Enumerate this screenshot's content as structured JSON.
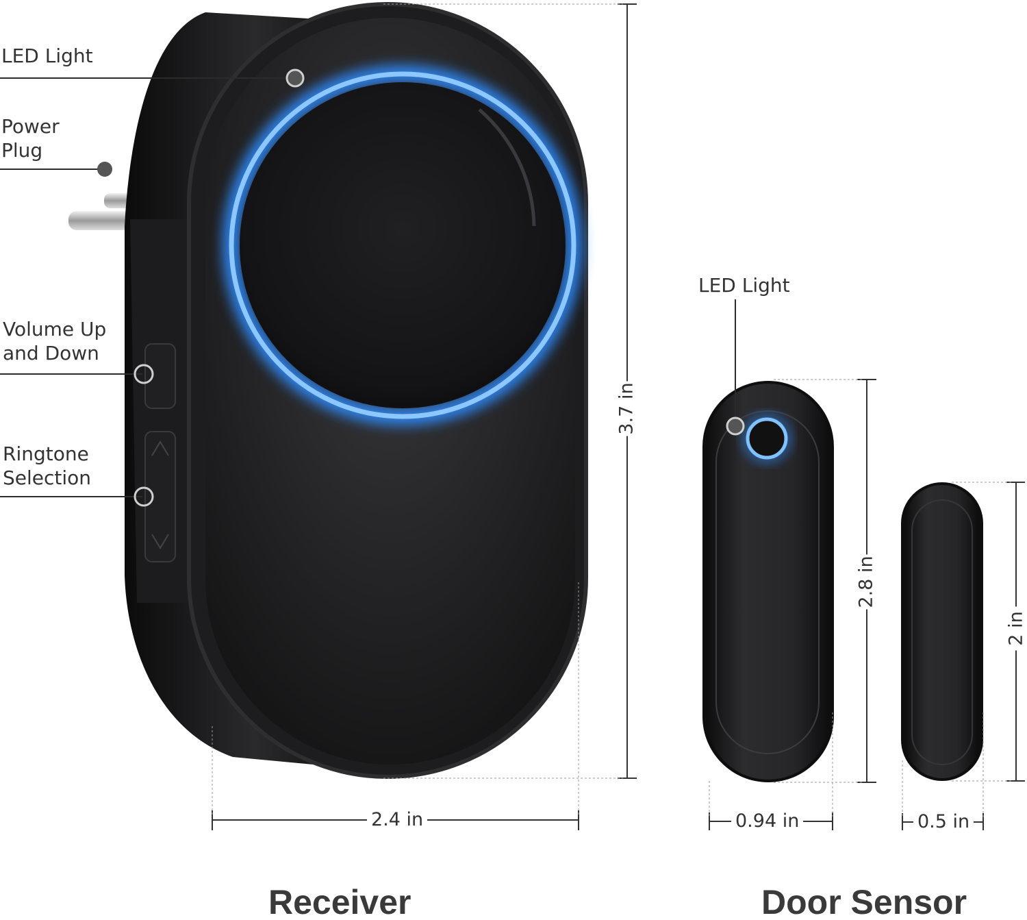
{
  "receiver": {
    "title": "Receiver",
    "callouts": {
      "led_light": "LED Light",
      "power_plug_line1": "Power",
      "power_plug_line2": "Plug",
      "volume_line1": "Volume Up",
      "volume_line2": "and Down",
      "ringtone_line1": "Ringtone",
      "ringtone_line2": "Selection"
    },
    "width_label": "2.4 in",
    "height_label": "3.7 in"
  },
  "door_sensor": {
    "title": "Door Sensor",
    "callouts": {
      "led_light": "LED Light"
    },
    "sensor_width_label": "0.94 in",
    "sensor_height_label": "2.8 in",
    "magnet_width_label": "0.5 in",
    "magnet_height_label": "2 in"
  },
  "colors": {
    "led_glow": "#2f8cff",
    "device_body": "#1b1b1d",
    "background": "#ffffff"
  }
}
